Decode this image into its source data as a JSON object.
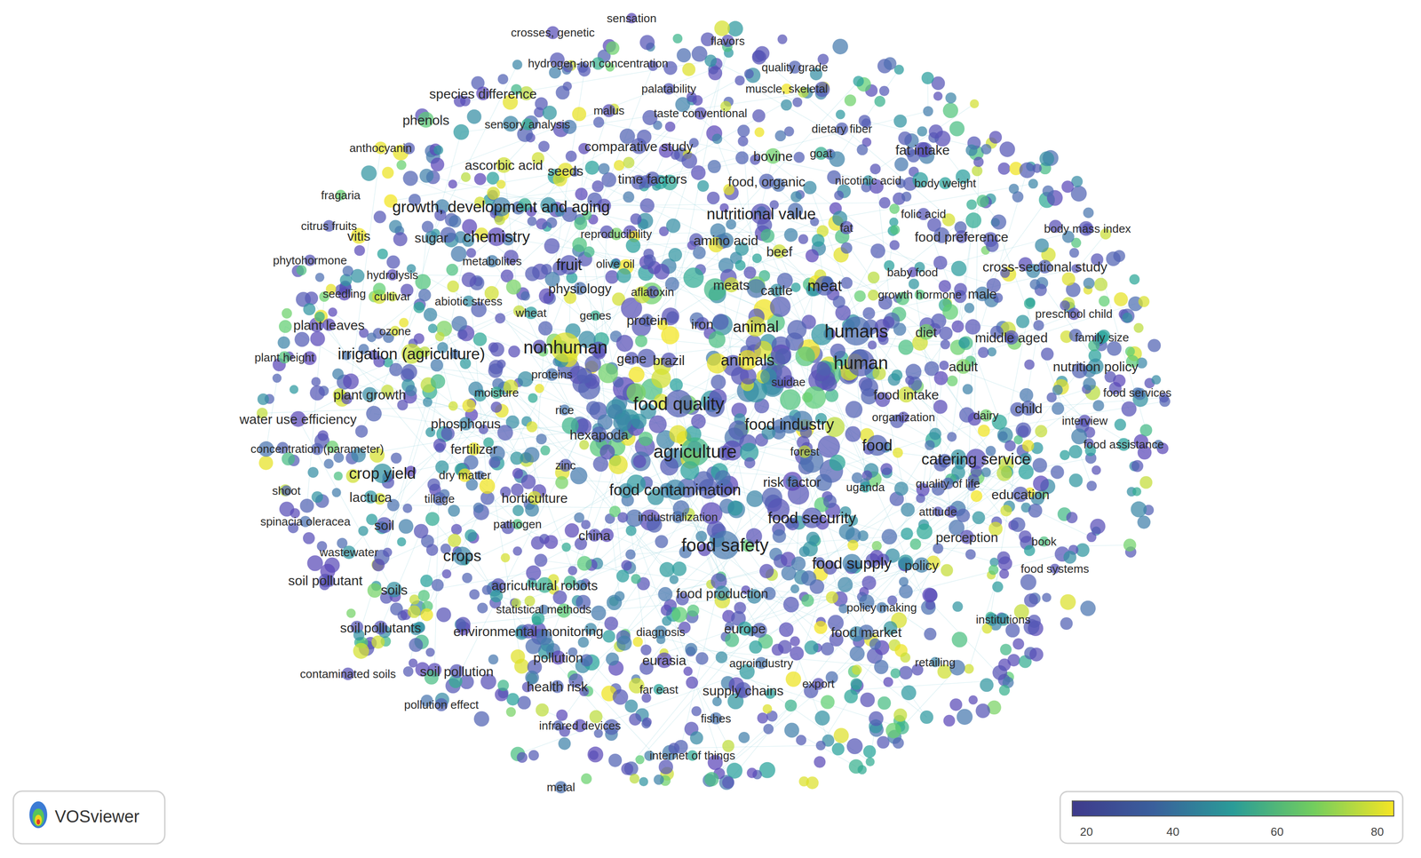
{
  "diagram": {
    "labels": [
      "sensation",
      "crosses, genetic",
      "flavors",
      "hydrogen-ion concentration",
      "quality grade",
      "species difference",
      "palatability",
      "muscle, skeletal",
      "phenols",
      "malus",
      "taste conventional",
      "sensory analysis",
      "dietary fiber",
      "anthocyanin",
      "comparative study",
      "bovine",
      "goat",
      "fat intake",
      "ascorbic acid",
      "seeds",
      "time factors",
      "food, organic",
      "nicotinic acid",
      "body weight",
      "fragaria",
      "growth, development and aging",
      "nutritional value",
      "folic acid",
      "fat",
      "citrus fruits",
      "vitis",
      "sugar",
      "chemistry",
      "reproducibility",
      "amino acid",
      "food preference",
      "body mass index",
      "beef",
      "phytohormone",
      "metabolites",
      "fruit",
      "olive oil",
      "baby food",
      "cross-sectional study",
      "hydrolysis",
      "meats",
      "meat",
      "cattle",
      "physiology",
      "aflatoxin",
      "growth hormone",
      "male",
      "seedling",
      "cultivar",
      "abiotic stress",
      "preschool child",
      "wheat",
      "genes",
      "protein",
      "plant leaves",
      "ozone",
      "iron",
      "animal",
      "humans",
      "diet",
      "middle aged",
      "family size",
      "nonhuman",
      "irrigation (agriculture)",
      "plant height",
      "gene",
      "brazil",
      "animals",
      "human",
      "nutrition policy",
      "adult",
      "proteins",
      "suidae",
      "moisture",
      "plant growth",
      "food quality",
      "food intake",
      "food services",
      "child",
      "rice",
      "dairy",
      "organization",
      "interview",
      "water use efficiency",
      "phosphorus",
      "hexapoda",
      "food industry",
      "food",
      "food assistance",
      "concentration (parameter)",
      "fertilizer",
      "agriculture",
      "forest",
      "catering service",
      "crop yield",
      "dry matter",
      "zinc",
      "risk factor",
      "uganda",
      "quality of life",
      "shoot",
      "lactuca",
      "tillage",
      "horticulture",
      "food contamination",
      "education",
      "spinacia oleracea",
      "soil",
      "pathogen",
      "industrialization",
      "food security",
      "attitude",
      "china",
      "perception",
      "book",
      "wastewater",
      "crops",
      "food safety",
      "food supply",
      "policy",
      "food systems",
      "soil pollutant",
      "soils",
      "agricultural robots",
      "food production",
      "statistical methods",
      "policy making",
      "institutions",
      "soil pollutants",
      "environmental monitoring",
      "diagnosis",
      "europe",
      "food market",
      "pollution",
      "retailing",
      "eurasia",
      "agroindustry",
      "contaminated soils",
      "soil pollution",
      "health risk",
      "far east",
      "supply chains",
      "export",
      "pollution effect",
      "fishes",
      "infrared devices",
      "internet of things",
      "metal",
      "VOSviewer",
      "20",
      "40",
      "60",
      "80"
    ]
  }
}
